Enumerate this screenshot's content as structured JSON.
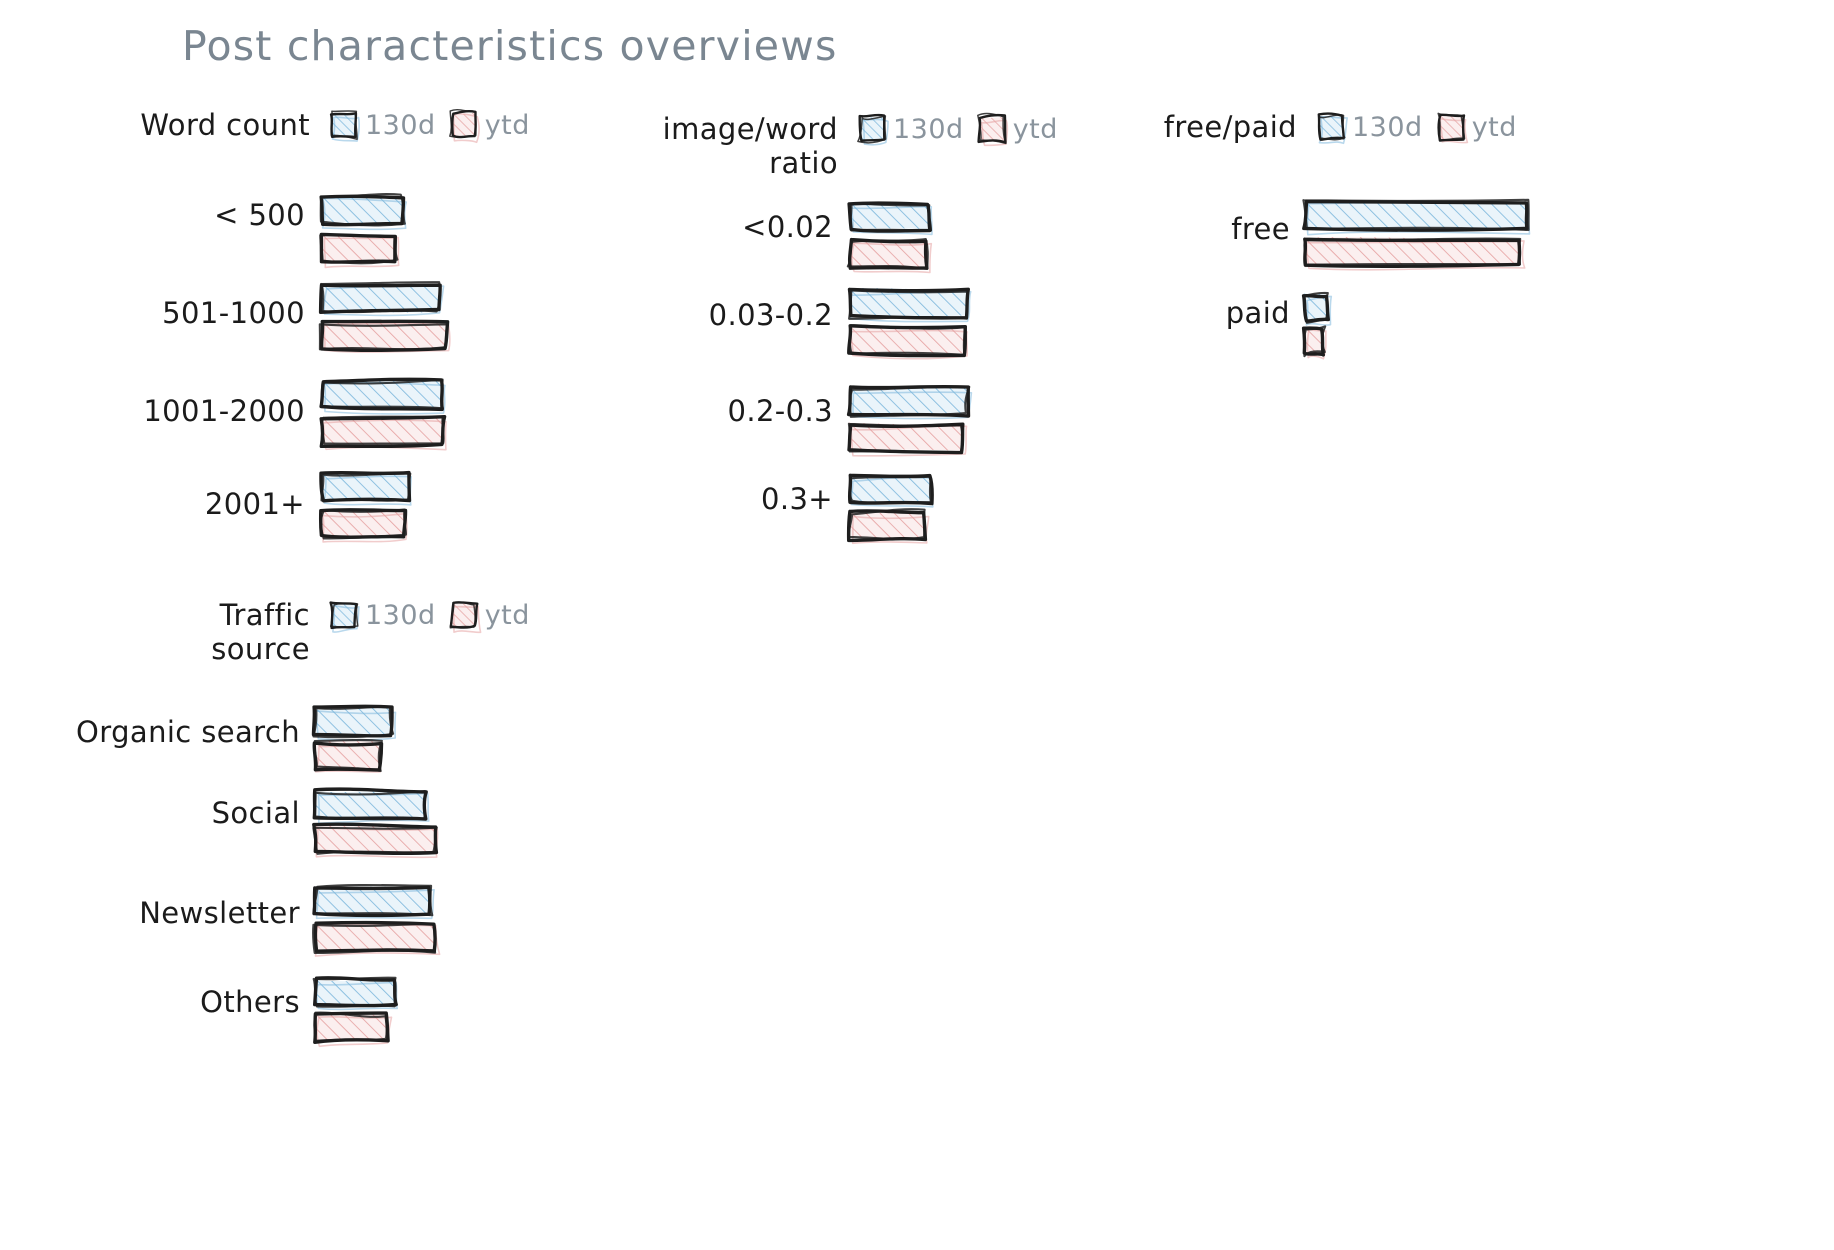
{
  "page": {
    "title": "Post characteristics overviews",
    "title_color": "#7A8691",
    "background": "#FFFFFF"
  },
  "colors": {
    "series_130d_stroke": "#7FB8DC",
    "series_130d_fill": "#EAF4FA",
    "series_ytd_stroke": "#E6A3A3",
    "series_ytd_fill": "#FBEFEF",
    "outline": "#1E1E1E",
    "label": "#1B1B1B",
    "legend_label": "#8A949D"
  },
  "legend": {
    "items": [
      {
        "label": "130d",
        "key": "d130",
        "swatch": "blue-hatched-square-icon"
      },
      {
        "label": "ytd",
        "key": "ytd",
        "swatch": "red-hatched-square-icon"
      }
    ]
  },
  "chart_data": [
    {
      "id": "word-count",
      "type": "bar",
      "orientation": "horizontal",
      "title": "Word count",
      "title_lines": [
        "Word count"
      ],
      "xlabel": "",
      "ylabel": "",
      "grid": false,
      "legend_position": "top-right",
      "categories": [
        "< 500",
        "501-1000",
        "1001-2000",
        "2001+"
      ],
      "series": [
        {
          "name": "130d",
          "values": [
            81,
            117,
            120,
            86
          ]
        },
        {
          "name": "ytd",
          "values": [
            73,
            124,
            121,
            83
          ]
        }
      ]
    },
    {
      "id": "image-word-ratio",
      "type": "bar",
      "orientation": "horizontal",
      "title": "image/word ratio",
      "title_lines": [
        "image/word",
        "ratio"
      ],
      "xlabel": "",
      "ylabel": "",
      "grid": false,
      "legend_position": "top-right",
      "categories": [
        "<0.02",
        "0.03-0.2",
        "0.2-0.3",
        "0.3+"
      ],
      "series": [
        {
          "name": "130d",
          "values": [
            79,
            117,
            117,
            81
          ]
        },
        {
          "name": "ytd",
          "values": [
            77,
            115,
            113,
            74
          ]
        }
      ]
    },
    {
      "id": "free-paid",
      "type": "bar",
      "orientation": "horizontal",
      "title": "free/paid",
      "title_lines": [
        "free/paid"
      ],
      "xlabel": "",
      "ylabel": "",
      "grid": false,
      "legend_position": "top-right",
      "categories": [
        "free",
        "paid"
      ],
      "series": [
        {
          "name": "130d",
          "values": [
            222,
            22
          ]
        },
        {
          "name": "ytd",
          "values": [
            215,
            18
          ]
        }
      ]
    },
    {
      "id": "traffic-source",
      "type": "bar",
      "orientation": "horizontal",
      "title": "Traffic source",
      "title_lines": [
        "Traffic",
        "source"
      ],
      "xlabel": "",
      "ylabel": "",
      "grid": false,
      "legend_position": "top-right",
      "categories": [
        "Organic search",
        "Social",
        "Newsletter",
        "Others"
      ],
      "series": [
        {
          "name": "130d",
          "values": [
            76,
            110,
            115,
            80
          ]
        },
        {
          "name": "ytd",
          "values": [
            65,
            120,
            120,
            72
          ]
        }
      ]
    }
  ]
}
